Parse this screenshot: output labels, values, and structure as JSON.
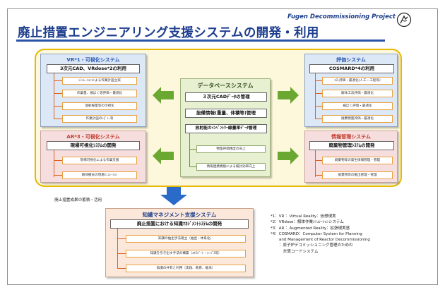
{
  "header": {
    "project": "Fugen Decommissioning Project",
    "title": "廃止措置エンジニアリング支援システムの開発・利用",
    "logo_icon": "fugen-logo-icon"
  },
  "colors": {
    "title_blue": "#1d3e8e",
    "frame_gold": "#e6b800",
    "arrow_green": "#6aa832",
    "arrow_blue": "#2a6ac8",
    "item_border_orange": "#e8a040"
  },
  "vr": {
    "title": "VR*1・可視化システム",
    "subtitle": "3次元CAD、VRdose*2の利用",
    "items": [
      "ｼﾐｭﾚｰｼｮﾝによる作業計画立案",
      "作業量、被ばく等評価・最適化",
      "放射線量等の可視化",
      "作業計画のﾚﾋﾞｭｰ等"
    ]
  },
  "ar": {
    "title": "AR*3・可視化システム",
    "subtitle": "現場可視化ｼｽﾃﾑの開発",
    "items": [
      "現場可視化による作業支援",
      "解体撤去の現場ｼﾐｭﾚｰｼｮﾝ"
    ]
  },
  "db": {
    "title": "データベースシステム",
    "items": [
      "３次元CADﾃﾞｰﾀの管理",
      "設備情報(重量、体積等)管理",
      "放射能のｲﾝﾍﾞﾝﾄﾘｰ線量率ﾃﾞｰﾀ管理"
    ],
    "subitems": [
      "物量評価精度の向上",
      "情報連携機能による検討効率向上"
    ]
  },
  "eval": {
    "title": "評価システム",
    "subtitle": "COSMARD*4の利用",
    "items": [
      "ｺｽﾄ評価・最適化(人工・工程等)",
      "解体工法評価・最適化",
      "被ばく評価・最適化",
      "廃棄物量評価・最適化"
    ]
  },
  "info": {
    "title": "情報管理システム",
    "subtitle": "廃棄物管理ｼｽﾃﾑの開発",
    "items": [
      "廃棄物等の発生情報管理・管理",
      "廃棄物等の搬出管理・管理"
    ]
  },
  "accum_note": "廃止措置成果の蓄積・活用",
  "knowledge": {
    "title": "知識マネジメント支援システム",
    "subtitle": "廃止措置における知識ﾏﾈｼﾞﾒﾝﾄｼｽﾃﾑの開発",
    "items": [
      "知識の抽出手法確立（抽出・体系化）",
      "知識を引き出す手法の構築（ｴｷｽﾊﾟｰﾄ・ｺｰﾊﾟｽ等）",
      "知識の共有と利用（実践、教育、継承）"
    ]
  },
  "footnotes": [
    "*1：VR ：Virtual Reality：仮想現実",
    "*2：VRdose：解体作業ｼﾐｭﾚｰｼｮﾝシステム",
    "*3：AR ：Augmented Reality：拡張現実感",
    "*4：COSMARD：Computer System for Planning",
    "and Management of Reactor Decommissioning",
    "：原子炉デコミッショニング管理のための",
    "計算コードシステム"
  ]
}
